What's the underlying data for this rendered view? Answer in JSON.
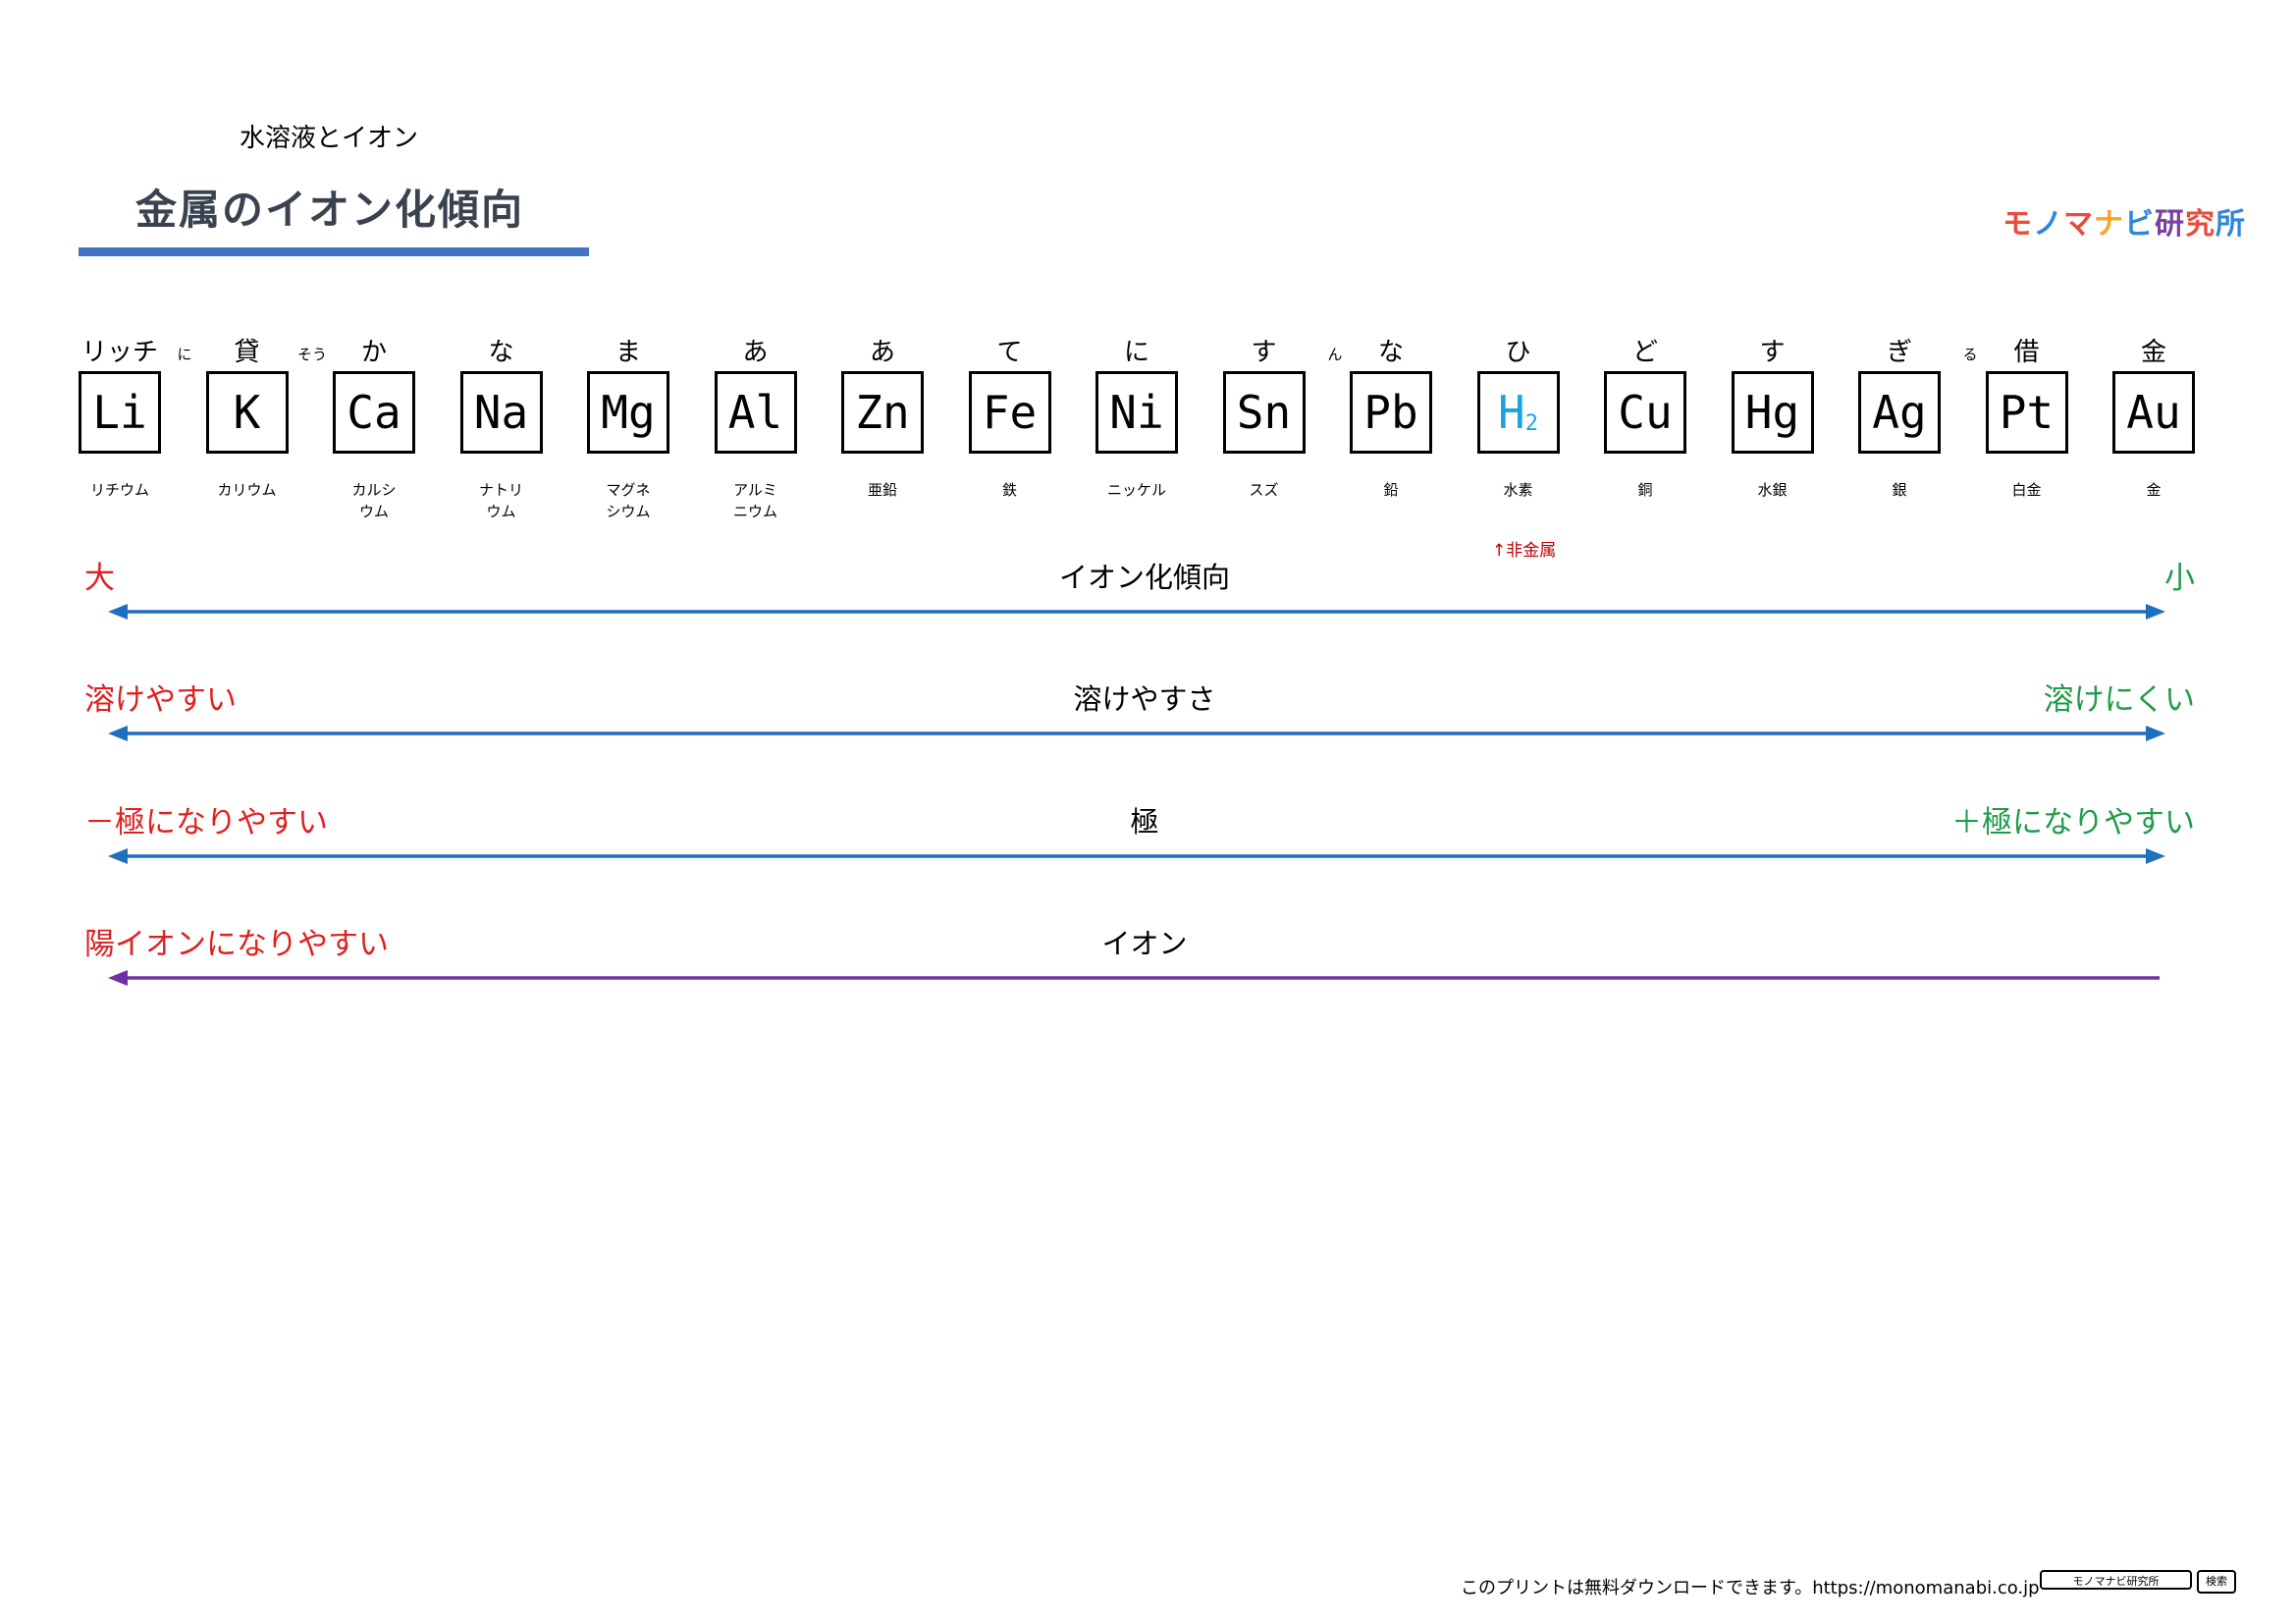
{
  "header": {
    "subtitle": "水溶液とイオン",
    "title": "金属のイオン化傾向",
    "logo": [
      "モ",
      "ノ",
      "マ",
      "ナ",
      "ビ",
      "研",
      "究",
      "所"
    ],
    "logo_colors": [
      "#e94b3c",
      "#2e86de",
      "#e94b3c",
      "#f5a623",
      "#2e86de",
      "#7b3fa0",
      "#e94b3c",
      "#2e86de"
    ]
  },
  "elements": [
    {
      "symbol": "Li",
      "reading": "リッチ",
      "name": "リチウム"
    },
    {
      "symbol": "K",
      "reading": "貸",
      "name": "カリウム"
    },
    {
      "symbol": "Ca",
      "reading": "か",
      "name": "カルシ\nウム"
    },
    {
      "symbol": "Na",
      "reading": "な",
      "name": "ナトリ\nウム"
    },
    {
      "symbol": "Mg",
      "reading": "ま",
      "name": "マグネ\nシウム"
    },
    {
      "symbol": "Al",
      "reading": "あ",
      "name": "アルミ\nニウム"
    },
    {
      "symbol": "Zn",
      "reading": "あ",
      "name": "亜鉛"
    },
    {
      "symbol": "Fe",
      "reading": "て",
      "name": "鉄"
    },
    {
      "symbol": "Ni",
      "reading": "に",
      "name": "ニッケル"
    },
    {
      "symbol": "Sn",
      "reading": "す",
      "name": "スズ"
    },
    {
      "symbol": "Pb",
      "reading": "な",
      "name": "鉛"
    },
    {
      "symbol": "H",
      "symbol_sub": "2",
      "reading": "ひ",
      "name": "水素"
    },
    {
      "symbol": "Cu",
      "reading": "ど",
      "name": "銅"
    },
    {
      "symbol": "Hg",
      "reading": "す",
      "name": "水銀"
    },
    {
      "symbol": "Ag",
      "reading": "ぎ",
      "name": "銀"
    },
    {
      "symbol": "Pt",
      "reading": "借",
      "name": "白金"
    },
    {
      "symbol": "Au",
      "reading": "金",
      "name": "金"
    }
  ],
  "between_readings": [
    "に",
    "そう",
    "ん",
    "る"
  ],
  "nonmetal_note": "↑非金属",
  "hydrogen_color": "#1aa3e0",
  "scales": [
    {
      "center": "イオン化傾向",
      "left": "大",
      "right": "小",
      "line_color": "#1f6fbf",
      "both_arrows": true
    },
    {
      "center": "溶けやすさ",
      "left": "溶けやすい",
      "right": "溶けにくい",
      "line_color": "#1f6fbf",
      "both_arrows": true
    },
    {
      "center": "極",
      "left": "－極になりやすい",
      "right": "＋極になりやすい",
      "line_color": "#1f6fbf",
      "both_arrows": true
    },
    {
      "center": "イオン",
      "left": "陽イオンになりやすい",
      "right": "",
      "line_color": "#7030a0",
      "both_arrows": false
    }
  ],
  "footer": {
    "text": "このプリントは無料ダウンロードできます。https://monomanabi.co.jp",
    "search_box": "モノマナビ研究所",
    "search_button": "検索"
  }
}
